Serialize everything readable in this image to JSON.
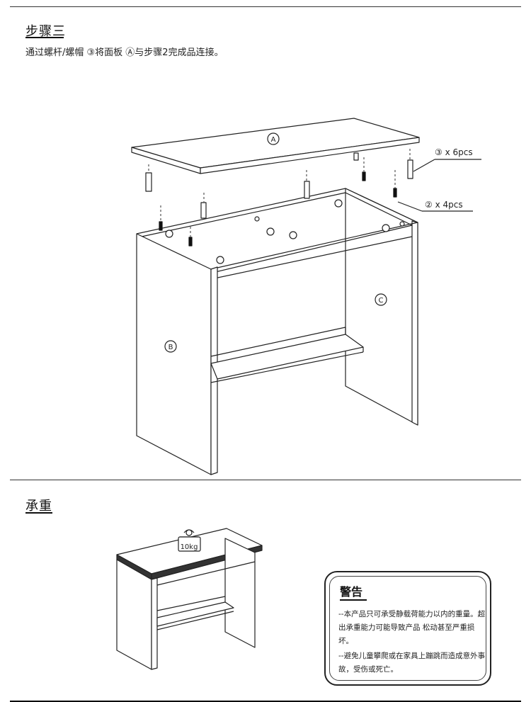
{
  "step": {
    "title": "步骤三",
    "instruction": "通过螺杆/螺帽 ③将面板 Ⓐ与步骤2完成品连接。"
  },
  "diagram": {
    "panel_a": "A",
    "panel_b": "B",
    "panel_c": "C",
    "callout_3": "③ x 6pcs",
    "callout_2": "② x 4pcs"
  },
  "load": {
    "title": "承重",
    "weight_label": "10kg"
  },
  "warning": {
    "title": "警告",
    "line1": "--本产品只可承受静载荷能力以内的重量。超出承重能力可能导致产品 松动甚至严重损坏。",
    "line2": "--避免儿童攀爬或在家具上蹦跳而造成意外事故，受伤或死亡。"
  }
}
